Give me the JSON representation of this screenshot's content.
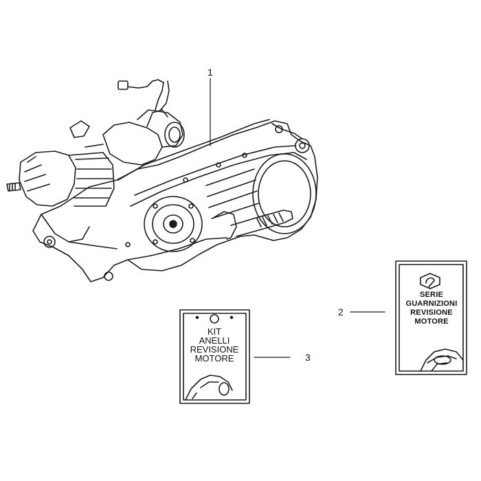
{
  "callouts": [
    {
      "id": "1",
      "label": "1"
    },
    {
      "id": "2",
      "label": "2"
    },
    {
      "id": "3",
      "label": "3"
    }
  ],
  "kit2": {
    "lines": [
      "SERIE",
      "GUARNIZIONI",
      "REVISIONE",
      "MOTORE"
    ],
    "logo": "piaggio-logo"
  },
  "kit3": {
    "lines": [
      "KIT",
      "ANELLI",
      "REVISIONE",
      "MOTORE"
    ]
  },
  "colors": {
    "line": "#1a1a1a",
    "background": "#ffffff"
  }
}
